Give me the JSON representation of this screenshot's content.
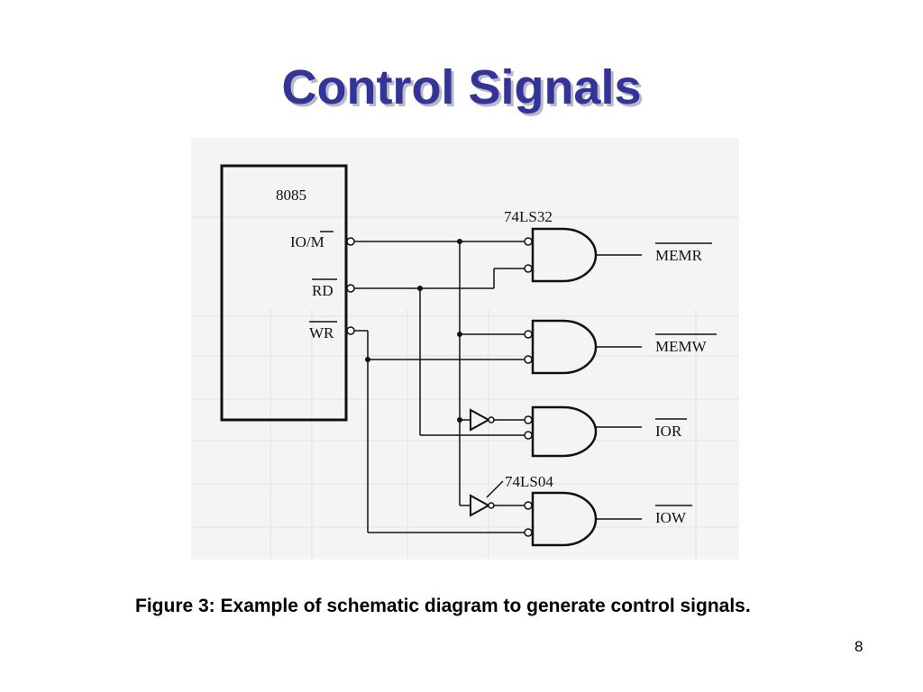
{
  "slide": {
    "title": "Control Signals",
    "caption": "Figure 3: Example of schematic diagram to generate control signals.",
    "page_number": "8"
  },
  "diagram": {
    "chip": {
      "name": "8085",
      "pins": [
        "IO/M",
        "RD",
        "WR"
      ]
    },
    "gate_chips": {
      "or_chip": "74LS32",
      "inverter_chip": "74LS04"
    },
    "outputs": [
      "MEMR",
      "MEMW",
      "IOR",
      "IOW"
    ]
  },
  "colors": {
    "title": "#33339a",
    "title_shadow": "#b9b9c6",
    "ink": "#111111",
    "figure_bg": "#f4f4f4"
  }
}
